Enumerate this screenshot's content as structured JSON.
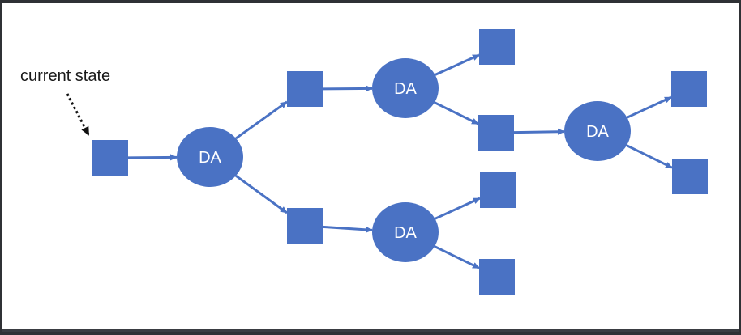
{
  "diagram": {
    "annotation": "current state",
    "colors": {
      "node_fill": "#4a72c4",
      "edge": "#4a72c4",
      "annotation_arrow": "#111111",
      "background": "#ffffff"
    },
    "nodes": [
      {
        "id": "s0",
        "shape": "square",
        "label": ""
      },
      {
        "id": "da1",
        "shape": "circle",
        "label": "DA"
      },
      {
        "id": "s1",
        "shape": "square",
        "label": ""
      },
      {
        "id": "s2",
        "shape": "square",
        "label": ""
      },
      {
        "id": "da2",
        "shape": "circle",
        "label": "DA"
      },
      {
        "id": "da3",
        "shape": "circle",
        "label": "DA"
      },
      {
        "id": "s3",
        "shape": "square",
        "label": ""
      },
      {
        "id": "s4",
        "shape": "square",
        "label": ""
      },
      {
        "id": "s5",
        "shape": "square",
        "label": ""
      },
      {
        "id": "s6",
        "shape": "square",
        "label": ""
      },
      {
        "id": "da4",
        "shape": "circle",
        "label": "DA"
      },
      {
        "id": "s7",
        "shape": "square",
        "label": ""
      },
      {
        "id": "s8",
        "shape": "square",
        "label": ""
      }
    ],
    "edges": [
      {
        "from": "s0",
        "to": "da1"
      },
      {
        "from": "da1",
        "to": "s1"
      },
      {
        "from": "da1",
        "to": "s2"
      },
      {
        "from": "s1",
        "to": "da2"
      },
      {
        "from": "s2",
        "to": "da3"
      },
      {
        "from": "da2",
        "to": "s3"
      },
      {
        "from": "da2",
        "to": "s4"
      },
      {
        "from": "da3",
        "to": "s5"
      },
      {
        "from": "da3",
        "to": "s6"
      },
      {
        "from": "s4",
        "to": "da4"
      },
      {
        "from": "da4",
        "to": "s7"
      },
      {
        "from": "da4",
        "to": "s8"
      }
    ]
  }
}
